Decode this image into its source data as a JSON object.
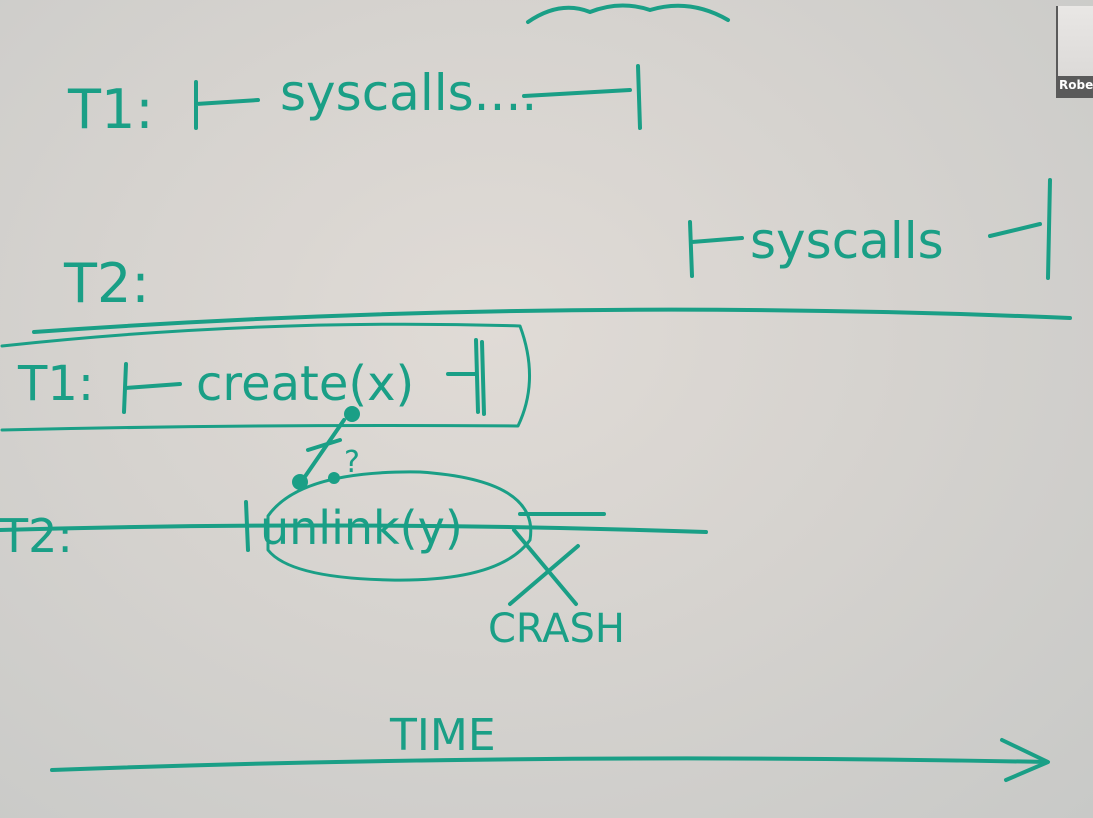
{
  "whiteboard": {
    "row1_label": "T1:",
    "row1_ops": "syscalls....",
    "row2_label": "T2:",
    "row2_ops": "syscalls",
    "detail_t1_label": "T1:",
    "detail_t1_op": "create(x)",
    "detail_t2_label": "T2:",
    "detail_t2_op": "unlink(y)",
    "question_mark": "?",
    "crash_label": "CRASH",
    "time_label": "TIME"
  },
  "participant": {
    "name": "Rober"
  }
}
